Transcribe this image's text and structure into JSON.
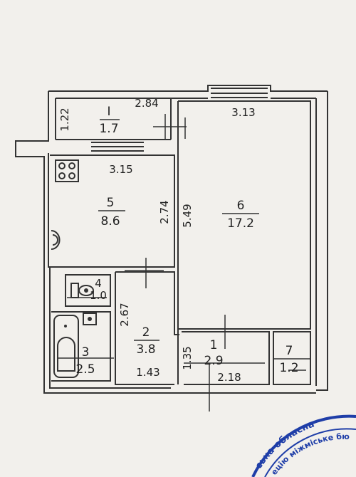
{
  "rooms": {
    "balcony": {
      "number": "I",
      "area": "1.7",
      "width": "2.84",
      "depth": "1.22"
    },
    "kitchen": {
      "number": "5",
      "area": "8.6",
      "width": "3.15",
      "depth": "2.74"
    },
    "living": {
      "number": "6",
      "area": "17.2",
      "width": "3.13",
      "depth": "5.49"
    },
    "toilet": {
      "number": "4",
      "area": "1.0"
    },
    "bathroom": {
      "number": "3",
      "area": "2.5"
    },
    "corridor": {
      "number": "2",
      "area": "3.8",
      "width": "1.43",
      "depth": "2.67"
    },
    "hall": {
      "number": "1",
      "area": "2.9",
      "width": "2.18",
      "depth": "1.35"
    },
    "closet": {
      "number": "7",
      "area": "1.2"
    }
  },
  "stamp": {
    "line1": "ська обласна",
    "line2": "ецію міжміське бю",
    "color": "#1f3ea8"
  },
  "colors": {
    "wall": "#333333",
    "paper": "#f2f0ec"
  }
}
